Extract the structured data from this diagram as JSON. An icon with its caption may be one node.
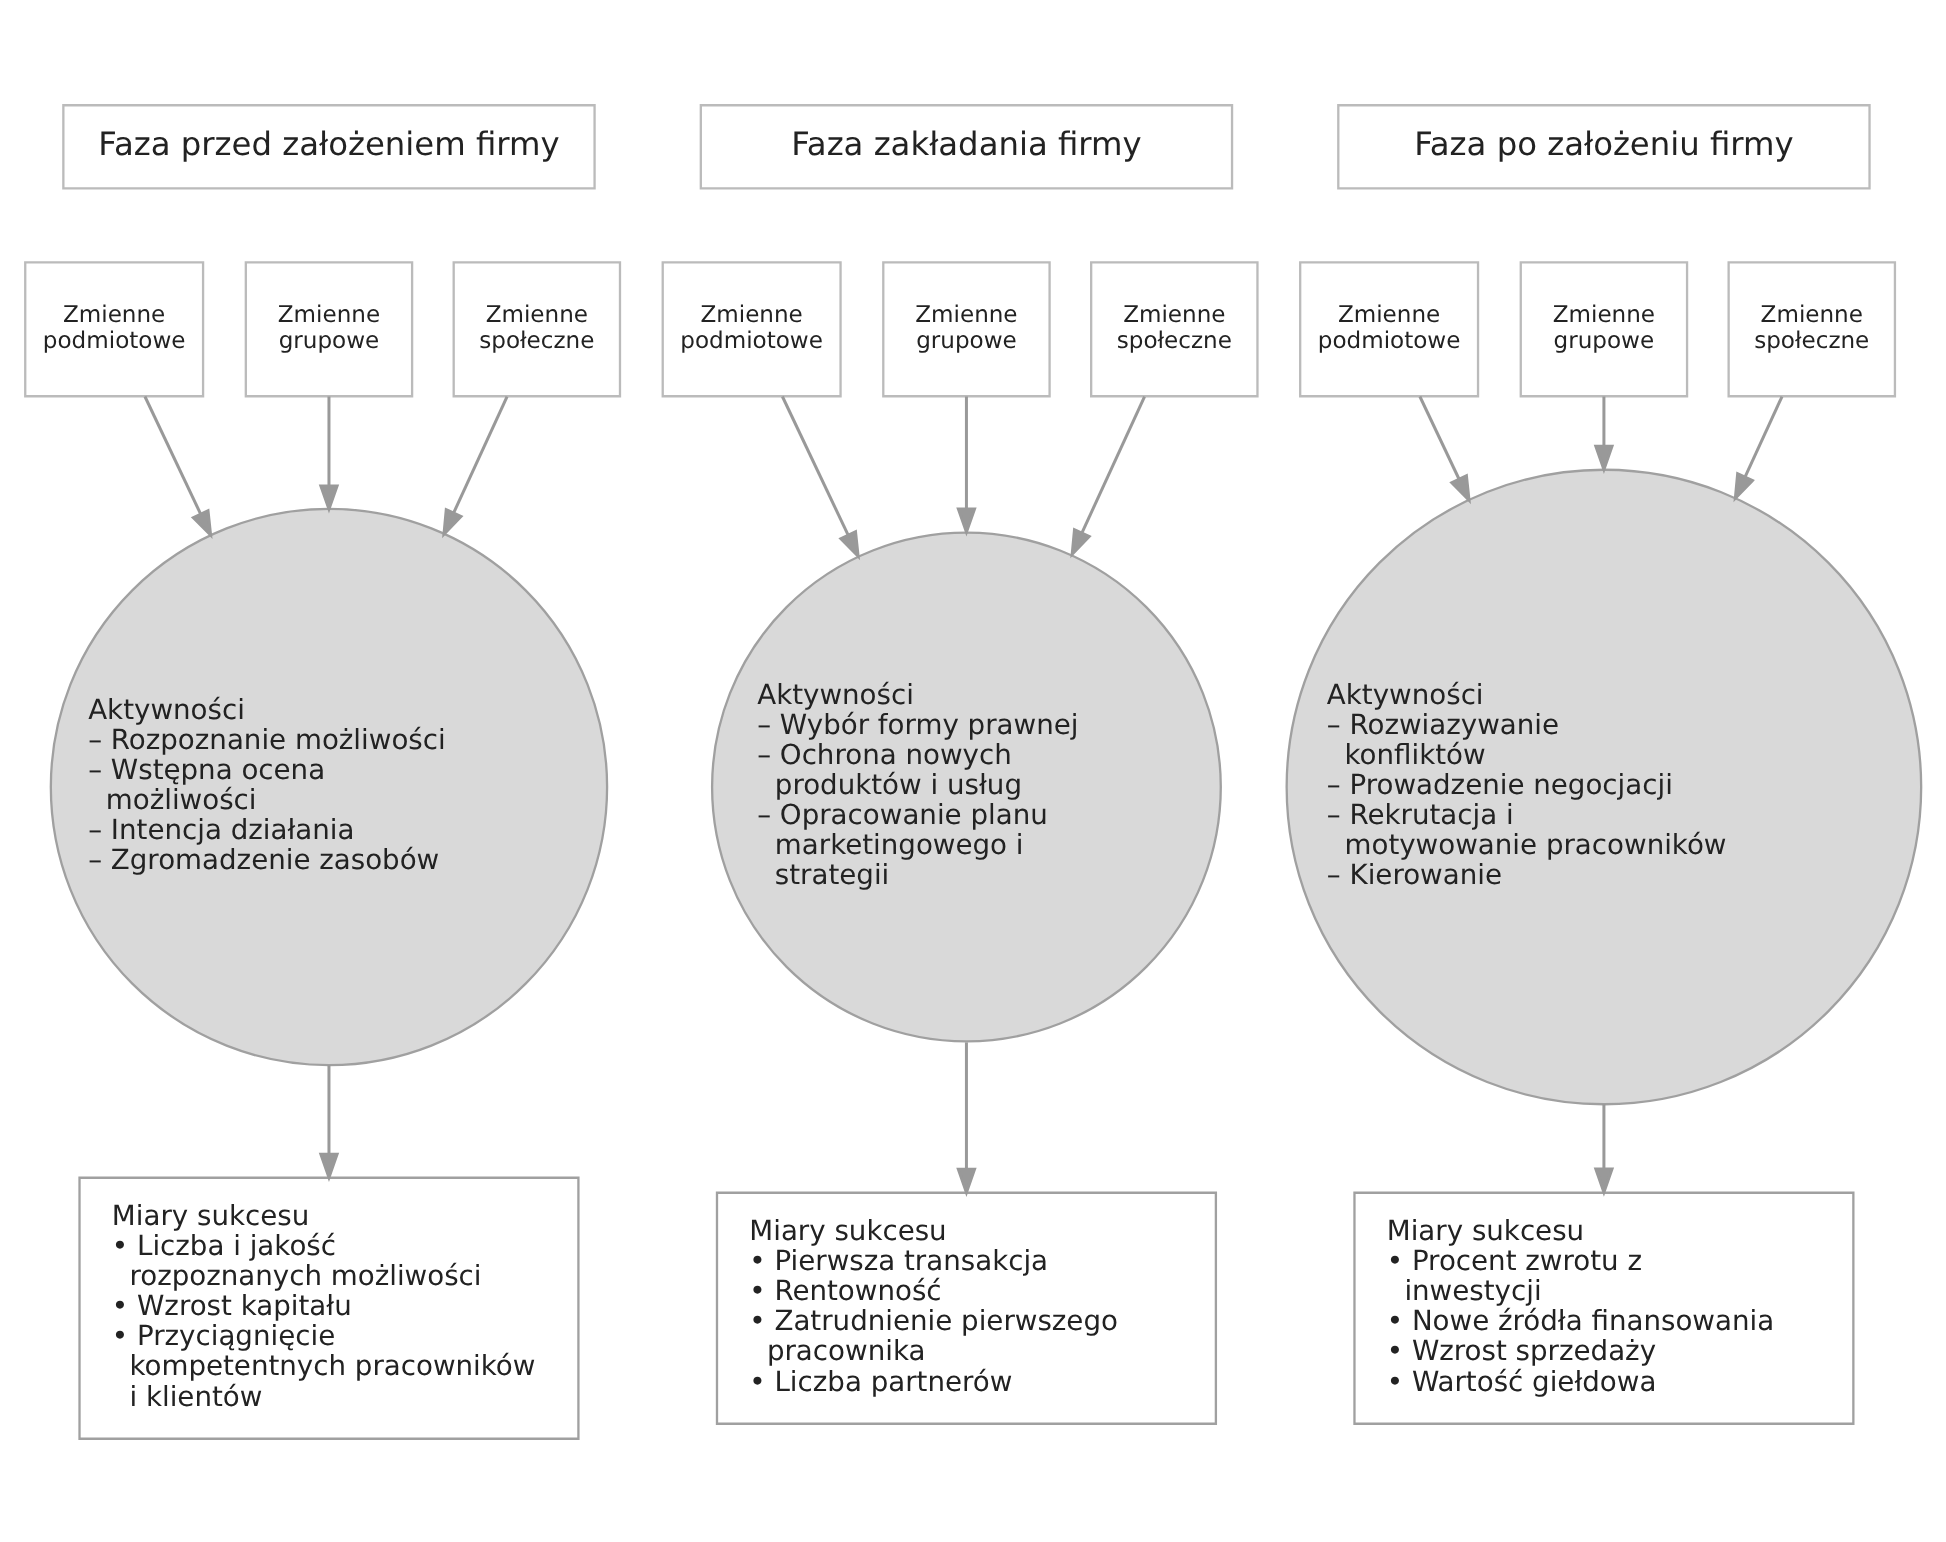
{
  "diagram": {
    "nodes": [
      {
        "text": [
          "Faza przed założeniem firmy"
        ]
      },
      {
        "text": [
          "Zmienne podmiotowe"
        ]
      },
      {
        "text": [
          "Zmienne grupowe"
        ]
      },
      {
        "text": [
          "Zmienne społeczne"
        ]
      },
      {
        "text": [
          "Aktywności",
          "– Rozpoznanie możliwości",
          "– Wstępna ocena możliwości",
          "– Intencja działania",
          "– Zgromadzenie zasobów"
        ]
      },
      {
        "text": [
          "Miary sukcesu",
          "• Liczba i jakość rozpoznanych możliwości",
          "• Wzrost kapitału",
          "• Przyciągnięcie kompetentnych pracowników i klientów"
        ]
      },
      {
        "text": [
          "Faza zakładania firmy"
        ]
      },
      {
        "text": [
          "Zmienne podmiotowe"
        ]
      },
      {
        "text": [
          "Zmienne grupowe"
        ]
      },
      {
        "text": [
          "Zmienne społeczne"
        ]
      },
      {
        "text": [
          "Aktywności",
          "– Wybór formy prawnej",
          "– Ochrona nowych produktów i usług",
          "– Opracowanie planu marketingowego i strategii"
        ]
      },
      {
        "text": [
          "Miary sukcesu",
          "• Pierwsza transakcja",
          "• Rentowność",
          "• Zatrudnienie pierwszego pracownika",
          "• Liczba partnerów"
        ]
      },
      {
        "text": [
          "Faza po założeniu firmy"
        ]
      },
      {
        "text": [
          "Zmienne podmiotowe"
        ]
      },
      {
        "text": [
          "Zmienne grupowe"
        ]
      },
      {
        "text": [
          "Zmienne społeczne"
        ]
      },
      {
        "text": [
          "Aktywności",
          "– Rozwiazywanie konfliktów",
          "– Prowadzenie negocjacji",
          "– Rekrutacja i motywowanie pracowników",
          "– Kierowanie"
        ]
      },
      {
        "text": [
          "Miary sukcesu",
          "• Procent zwrotu z inwestycji",
          "• Nowe źródła finansowania",
          "• Wzrost sprzedaży",
          "• Wartość giełdowa"
        ]
      }
    ],
    "edges": [
      {
        "from": 1,
        "to": 4,
        "arrow": "to"
      },
      {
        "from": 2,
        "to": 4,
        "arrow": "to"
      },
      {
        "from": 3,
        "to": 4,
        "arrow": "to"
      },
      {
        "from": 4,
        "to": 5,
        "arrow": "to"
      },
      {
        "from": 7,
        "to": 10,
        "arrow": "to"
      },
      {
        "from": 8,
        "to": 10,
        "arrow": "to"
      },
      {
        "from": 9,
        "to": 10,
        "arrow": "to"
      },
      {
        "from": 10,
        "to": 11,
        "arrow": "to"
      },
      {
        "from": 13,
        "to": 16,
        "arrow": "to"
      },
      {
        "from": 14,
        "to": 16,
        "arrow": "to"
      },
      {
        "from": 15,
        "to": 16,
        "arrow": "to"
      },
      {
        "from": 16,
        "to": 17,
        "arrow": "to"
      }
    ]
  }
}
